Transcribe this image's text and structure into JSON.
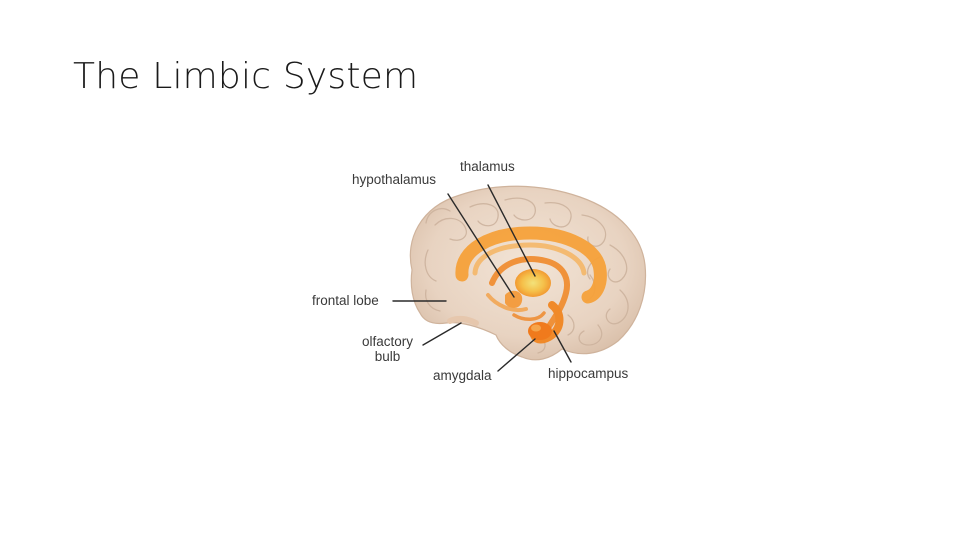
{
  "slide": {
    "title": "The Limbic System"
  },
  "diagram": {
    "labels": {
      "thalamus": "thalamus",
      "hypothalamus": "hypothalamus",
      "frontal_lobe": "frontal lobe",
      "olfactory_bulb_line1": "olfactory",
      "olfactory_bulb_line2": "bulb",
      "amygdala": "amygdala",
      "hippocampus": "hippocampus"
    },
    "colors": {
      "brain": "#ead8c8",
      "gyri": "#d2bba8",
      "limbic": "#f7a23c",
      "limbic_dark": "#ee7a1c",
      "leader_line": "#2a2a2a"
    }
  }
}
